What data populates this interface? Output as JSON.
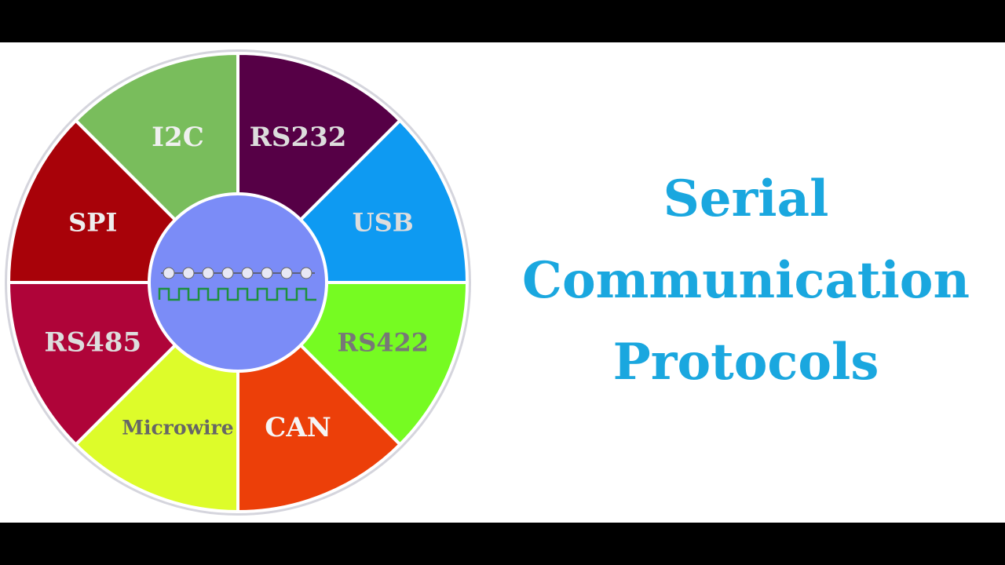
{
  "bars": {
    "color": "#000000"
  },
  "title": {
    "line1": "Serial",
    "line2": "Communication",
    "line3": "Protocols",
    "color": "#1aa7df"
  },
  "wheel": {
    "center_color": "#7b8cf7",
    "outline_color": "#d5d5dd",
    "signal_color": "#1e8f3e",
    "segments": [
      {
        "label": "RS232",
        "color": "#560046",
        "text_color": "#dddddd"
      },
      {
        "label": "USB",
        "color": "#0e9af2",
        "text_color": "#dddddd"
      },
      {
        "label": "RS422",
        "color": "#76fb22",
        "text_color": "#777777"
      },
      {
        "label": "CAN",
        "color": "#ec3f09",
        "text_color": "#f5f5f5"
      },
      {
        "label": "Microwire",
        "color": "#ddfc2a",
        "text_color": "#666666"
      },
      {
        "label": "RS485",
        "color": "#af0439",
        "text_color": "#dddddd"
      },
      {
        "label": "SPI",
        "color": "#a80209",
        "text_color": "#eeeeee"
      },
      {
        "label": "I2C",
        "color": "#79bd5c",
        "text_color": "#f0f0f0"
      }
    ]
  }
}
